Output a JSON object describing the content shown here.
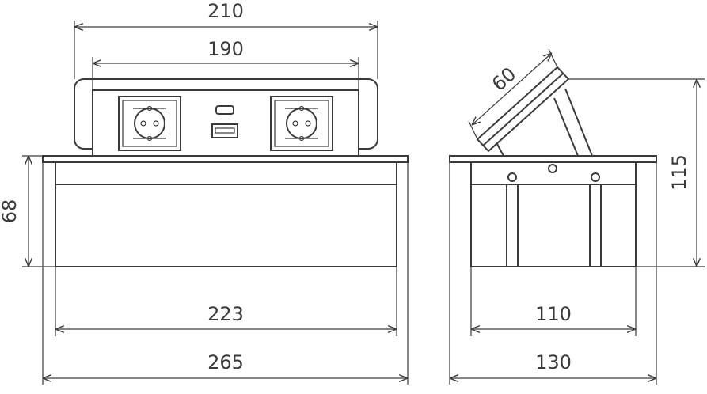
{
  "front_view": {
    "dimensions": {
      "top_outer_width": "210",
      "top_inner_width": "190",
      "height": "68",
      "body_width": "223",
      "flange_width": "265"
    },
    "sockets": [
      "schuko-socket",
      "usb-ports",
      "schuko-socket"
    ]
  },
  "side_view": {
    "dimensions": {
      "lid_length": "60",
      "total_height": "115",
      "body_depth": "110",
      "flange_depth": "130"
    }
  },
  "colors": {
    "line": "#3a3a3a",
    "background": "#ffffff"
  }
}
